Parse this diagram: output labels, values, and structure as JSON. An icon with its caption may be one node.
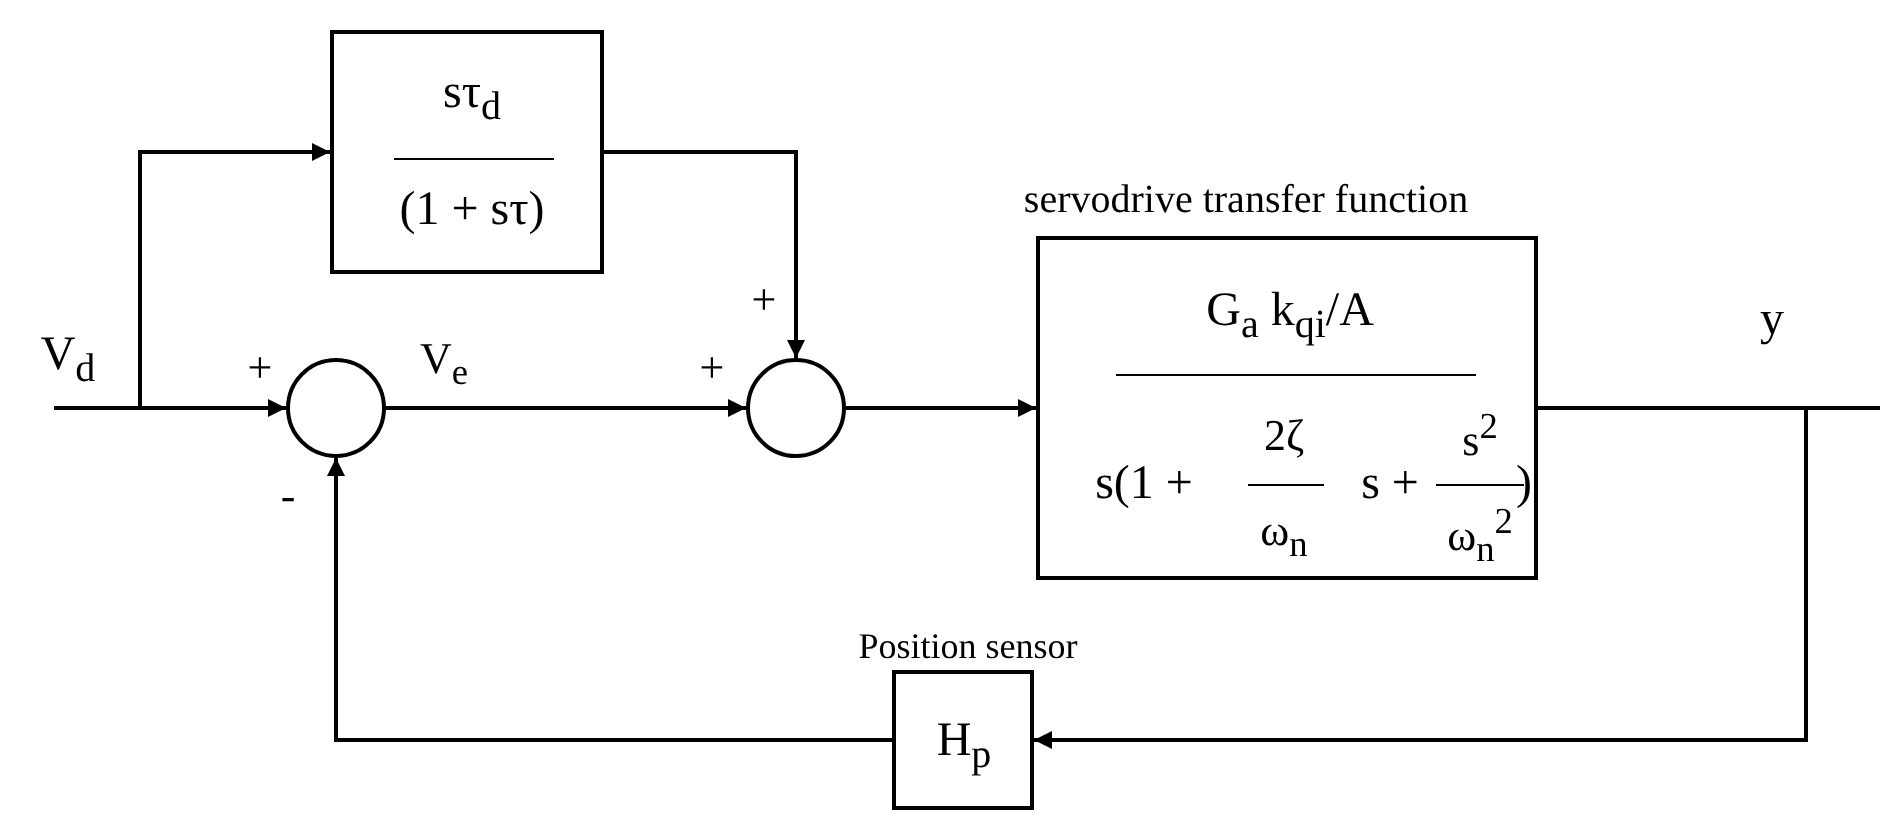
{
  "diagram": {
    "nodes": [
      {
        "text": [
          "sτ$_{d}$",
          "(1 + sτ)"
        ]
      },
      {
        "text": [],
        "shape": "circle"
      },
      {
        "text": [],
        "shape": "circle"
      },
      {
        "text": [
          "servodrive transfer function",
          "G$_{a}$ k$_{qi}$/A",
          "s(1 +",
          "2ζ",
          "ω$_{n}$",
          "s +",
          "s$^{2}$",
          "ω$_{n}$$^{2}$",
          ")"
        ]
      },
      {
        "text": [
          "H$_{p}$"
        ],
        "beside": [
          "Position sensor"
        ]
      }
    ],
    "edges": [
      {
        "from": null,
        "to": 1,
        "arrow": "to"
      },
      {
        "from": null,
        "to": 0,
        "arrow": "to"
      },
      {
        "from": 0,
        "to": 2,
        "arrow": "to"
      },
      {
        "from": 1,
        "to": 2,
        "arrow": "to"
      },
      {
        "from": 2,
        "to": 3,
        "arrow": "to"
      },
      {
        "from": 3,
        "to": null,
        "arrow": "none"
      },
      {
        "from": 3,
        "to": 4,
        "arrow": "to"
      },
      {
        "from": 4,
        "to": 1,
        "arrow": "to"
      }
    ],
    "labels": [
      "V$_{d}$",
      "+",
      "V$_{e}$",
      "+",
      "+",
      "y",
      "-"
    ]
  }
}
